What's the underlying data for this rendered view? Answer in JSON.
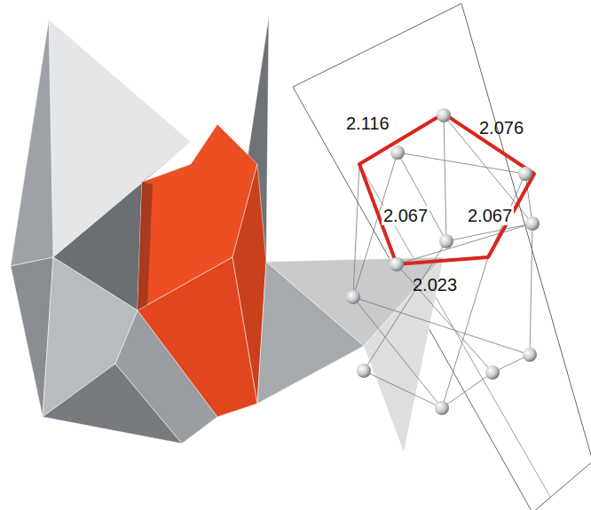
{
  "diagram": {
    "labels": [
      "2.116",
      "2.076",
      "2.067",
      "2.067",
      "2.023"
    ]
  }
}
